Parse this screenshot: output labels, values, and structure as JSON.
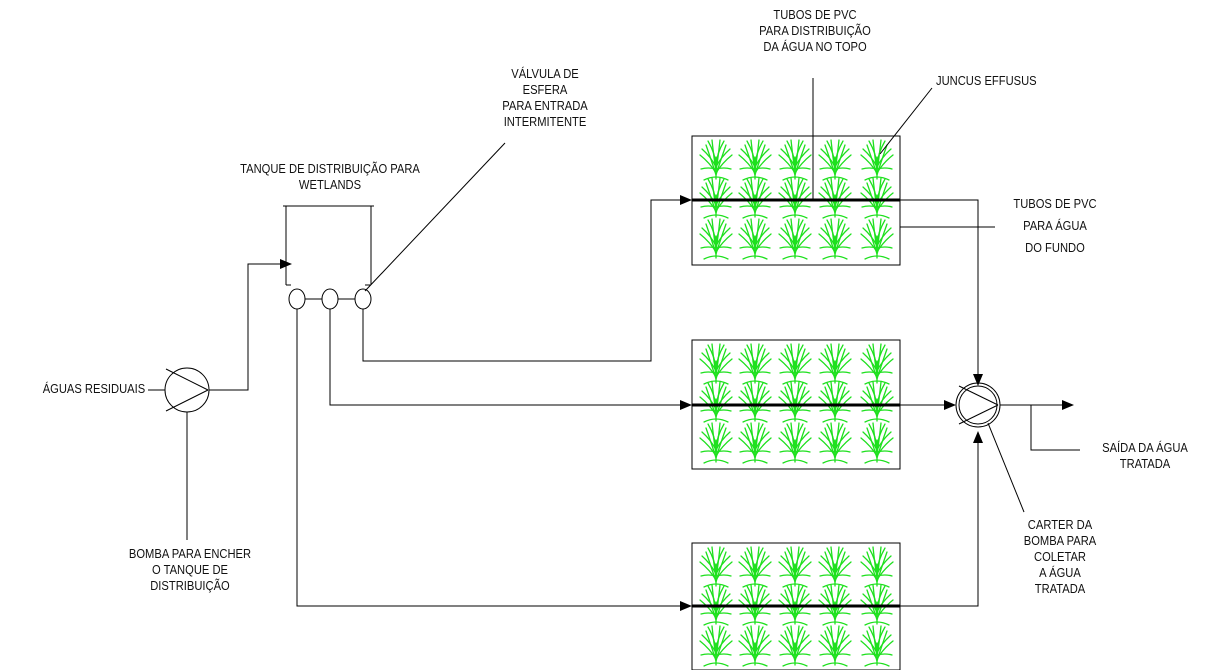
{
  "diagram": {
    "labels": {
      "aguas_residuais": "ÁGUAS RESIDUAIS",
      "tanque_line1": "TANQUE DE DISTRIBUIÇÃO PARA",
      "tanque_line2": "WETLANDS",
      "valvula_line1": "VÁLVULA DE",
      "valvula_line2": "ESFERA",
      "valvula_line3": "PARA ENTRADA",
      "valvula_line4": "INTERMITENTE",
      "tubos_topo_line1": "TUBOS DE PVC",
      "tubos_topo_line2": "PARA DISTRIBUIÇÃO",
      "tubos_topo_line3": "DA ÁGUA NO TOPO",
      "juncus": "JUNCUS EFFUSUS",
      "tubos_fundo_line1": "TUBOS DE PVC",
      "tubos_fundo_line2": "PARA ÁGUA",
      "tubos_fundo_line3": "DO FUNDO",
      "bomba_line1": "BOMBA PARA ENCHER",
      "bomba_line2": "O TANQUE DE",
      "bomba_line3": "DISTRIBUIÇÃO",
      "saida_line1": "SAÍDA DA ÁGUA",
      "saida_line2": "TRATADA",
      "carter_line1": "CARTER DA",
      "carter_line2": "BOMBA PARA",
      "carter_line3": "COLETAR",
      "carter_line4": "A ÁGUA",
      "carter_line5": "TRATADA"
    },
    "colors": {
      "line": "#000000",
      "plant": "#1ee01e",
      "text": "#111111"
    },
    "wetland_plant_grid": {
      "rows": 3,
      "columns": 5
    }
  }
}
